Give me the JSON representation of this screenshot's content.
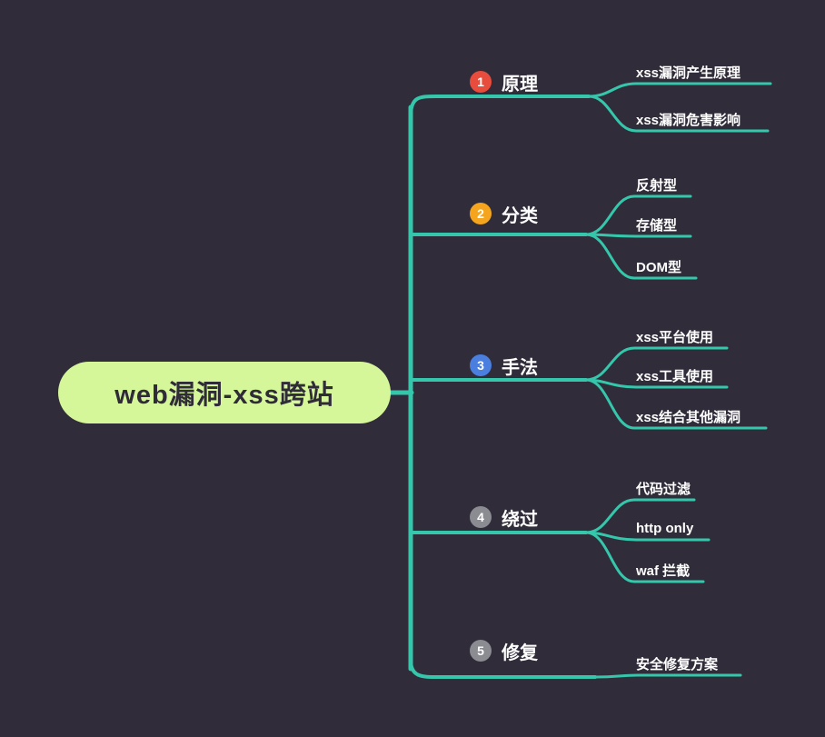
{
  "canvas": {
    "bg": "#302c39",
    "line_color": "#35c7ab"
  },
  "root": {
    "label": "web漏洞-xss跨站",
    "bg": "#d5f79a",
    "text_color": "#2f2b38"
  },
  "topics": [
    {
      "num": "1",
      "badge_color": "#e84c3d",
      "label": "原理",
      "children": [
        "xss漏洞产生原理",
        "xss漏洞危害影响"
      ]
    },
    {
      "num": "2",
      "badge_color": "#f5a51d",
      "label": "分类",
      "children": [
        "反射型",
        "存储型",
        "DOM型"
      ]
    },
    {
      "num": "3",
      "badge_color": "#4a7fe0",
      "label": "手法",
      "children": [
        "xss平台使用",
        "xss工具使用",
        "xss结合其他漏洞"
      ]
    },
    {
      "num": "4",
      "badge_color": "#8b8b92",
      "label": "绕过",
      "children": [
        "代码过滤",
        "http only",
        "waf 拦截"
      ]
    },
    {
      "num": "5",
      "badge_color": "#8b8b92",
      "label": "修复",
      "children": [
        "安全修复方案"
      ]
    }
  ]
}
